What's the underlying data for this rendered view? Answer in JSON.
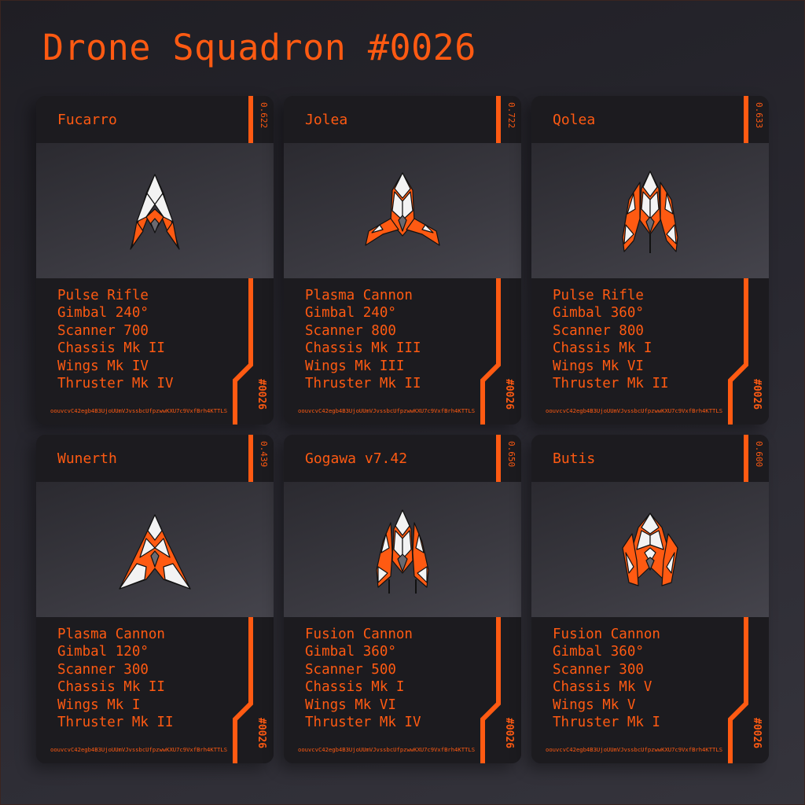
{
  "title": "Drone Squadron #0026",
  "colors": {
    "accent": "#ff5a12",
    "card": "#1c1b1f",
    "background": "#2a2931",
    "hull": "#f3f3f3",
    "core": "#6b6a70"
  },
  "cards": [
    {
      "name": "Fucarro",
      "rating": "0.622",
      "stats": [
        "Pulse Rifle",
        "Gimbal 240°",
        "Scanner 700",
        "Chassis Mk II",
        "Wings Mk IV",
        "Thruster Mk IV"
      ],
      "squad_id": "#0026",
      "hash": "oouvcvC42egb4B3UjoUUmVJvssbcUfpzwwKXU7c9VxfBrh4KTTLS"
    },
    {
      "name": "Jolea",
      "rating": "0.722",
      "stats": [
        "Plasma Cannon",
        "Gimbal 240°",
        "Scanner 800",
        "Chassis Mk III",
        "Wings Mk III",
        "Thruster Mk II"
      ],
      "squad_id": "#0026",
      "hash": "oouvcvC42egb4B3UjoUUmVJvssbcUfpzwwKXU7c9VxfBrh4KTTLS"
    },
    {
      "name": "Qolea",
      "rating": "0.633",
      "stats": [
        "Pulse Rifle",
        "Gimbal 360°",
        "Scanner 800",
        "Chassis Mk I",
        "Wings Mk VI",
        "Thruster Mk II"
      ],
      "squad_id": "#0026",
      "hash": "oouvcvC42egb4B3UjoUUmVJvssbcUfpzwwKXU7c9VxfBrh4KTTLS"
    },
    {
      "name": "Wunerth",
      "rating": "0.439",
      "stats": [
        "Plasma Cannon",
        "Gimbal 120°",
        "Scanner 300",
        "Chassis Mk II",
        "Wings Mk I",
        "Thruster Mk II"
      ],
      "squad_id": "#0026",
      "hash": "oouvcvC42egb4B3UjoUUmVJvssbcUfpzwwKXU7c9VxfBrh4KTTLS"
    },
    {
      "name": "Gogawa v7.42",
      "rating": "0.650",
      "stats": [
        "Fusion Cannon",
        "Gimbal 360°",
        "Scanner 500",
        "Chassis Mk I",
        "Wings Mk VI",
        "Thruster Mk IV"
      ],
      "squad_id": "#0026",
      "hash": "oouvcvC42egb4B3UjoUUmVJvssbcUfpzwwKXU7c9VxfBrh4KTTLS"
    },
    {
      "name": "Butis",
      "rating": "0.600",
      "stats": [
        "Fusion Cannon",
        "Gimbal 360°",
        "Scanner 300",
        "Chassis Mk V",
        "Wings Mk V",
        "Thruster Mk I"
      ],
      "squad_id": "#0026",
      "hash": "oouvcvC42egb4B3UjoUUmVJvssbcUfpzwwKXU7c9VxfBrh4KTTLS"
    }
  ]
}
